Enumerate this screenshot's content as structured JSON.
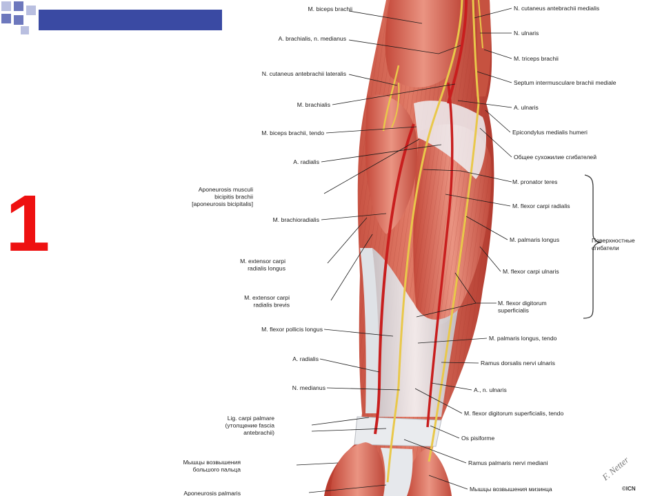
{
  "slide": {
    "number": "1",
    "accent_color": "#ee1111",
    "deco_colors": {
      "bar": "#3a4aa3",
      "square_light": "#b9bfe0",
      "square_dark": "#6d78bd"
    }
  },
  "figure": {
    "left_labels": [
      [
        "M. biceps brachii"
      ],
      [
        "A. brachialis, n. medianus"
      ],
      [
        "N. cutaneus antebrachii lateralis"
      ],
      [
        "M. brachialis"
      ],
      [
        "M. biceps brachii, tendo"
      ],
      [
        "A. radialis"
      ],
      [
        "Aponeurosis  musculi",
        "bicipitis brachii",
        "[aponeurosis bicipitalis]"
      ],
      [
        "M. brachioradialis"
      ],
      [
        "M. extensor carpi",
        "radialis longus"
      ],
      [
        "M. extensor carpi",
        "radialis brevis"
      ],
      [
        "M. flexor pollicis longus"
      ],
      [
        "A. radialis"
      ],
      [
        "N. medianus"
      ],
      [
        "Lig. carpi palmare",
        "(утолщение fascia",
        "antebrachii)"
      ],
      [
        "Мышцы возвышения",
        "большого пальца"
      ],
      [
        "Aponeurosis palmaris"
      ]
    ],
    "right_labels": [
      [
        "N. cutaneus antebrachii medialis"
      ],
      [
        "N. ulnaris"
      ],
      [
        "M. triceps brachii"
      ],
      [
        "Septum intermusculare brachii mediale"
      ],
      [
        "A. ulnaris"
      ],
      [
        "Epicondylus medialis humeri"
      ],
      [
        "Общее сухожилие сгибателей"
      ],
      [
        "M. pronator teres"
      ],
      [
        "M. flexor carpi radialis"
      ],
      [
        "M. palmaris longus"
      ],
      [
        "M. flexor carpi ulnaris"
      ],
      [
        "M. flexor digitorum",
        "superficialis"
      ],
      [
        "M. palmaris longus, tendo"
      ],
      [
        "Ramus  dorsalis nervi ulnaris"
      ],
      [
        "A., n. ulnaris"
      ],
      [
        "M. flexor digitorum superficialis, tendo"
      ],
      [
        "Os pisiforme"
      ],
      [
        "Ramus palmaris nervi mediani"
      ],
      [
        "Мышцы возвышения мизинца"
      ]
    ],
    "group_label": [
      "Поверхностные",
      "сгибатели"
    ],
    "signature": "F. Netter",
    "copyright": "©ICN"
  }
}
